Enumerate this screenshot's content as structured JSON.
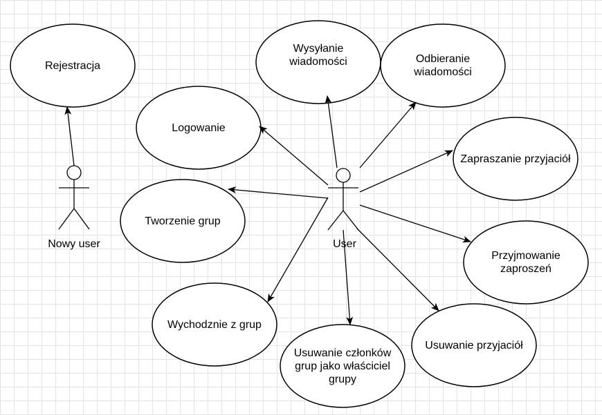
{
  "actors": {
    "new_user": {
      "label": "Nowy user"
    },
    "user": {
      "label": "User"
    }
  },
  "use_cases": {
    "rejestracja": "Rejestracja",
    "logowanie": "Logowanie",
    "wysylanie": "Wysyłanie\nwiadomości",
    "odbieranie": "Odbieranie\nwiadomości",
    "zapraszanie": "Zapraszanie przyjaciół",
    "tworzenie": "Tworzenie grup",
    "przyjmowanie": "Przyjmowanie\nzaproszeń",
    "wychodzenie": "Wychodznie z grup",
    "usuwanie_czlonkow": "Usuwanie członków\ngrup jako właściciel\ngrupy",
    "usuwanie_przyjaciol": "Usuwanie przyjaciół"
  },
  "colors": {
    "line": "#000000",
    "fill": "#ffffff",
    "grid": "#e3e3e3"
  }
}
